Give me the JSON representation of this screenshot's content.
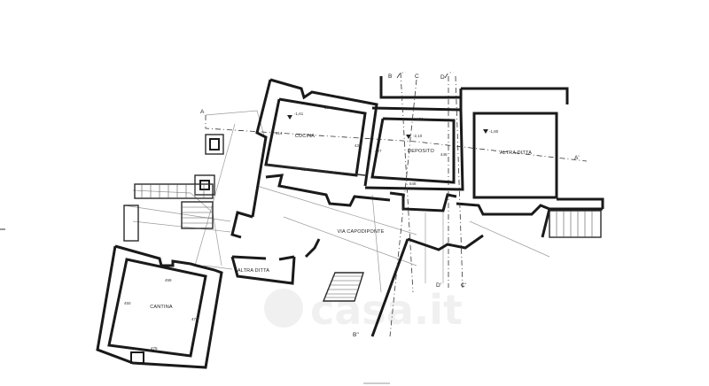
{
  "rooms": {
    "cucina": "CUCINA",
    "deposito": "DEPOSITO",
    "altra_ditta_top": "ALTRA DITTA",
    "via_capodiponte": "VIA CAPODIPONTE",
    "altra_ditta_bottom": "ALTRA DITTA",
    "cantina": "CANTINA"
  },
  "dimensions": {
    "cucina_width": "304",
    "cucina_left": "414",
    "cucina_right": "438",
    "cucina_bottom": "497",
    "cucina_level": "-1,61",
    "deposito_width": "406",
    "deposito_left": "427",
    "deposito_right": "446",
    "deposito_bottom": "548",
    "deposito_level": "-2,10",
    "altra_level": "-1,80",
    "cantina_top": "459",
    "cantina_left": "450",
    "cantina_right": "476",
    "cantina_bottom": "475"
  },
  "sections": {
    "a_top": "A",
    "a_right": "A'",
    "b_top": "B",
    "b_bottom": "B''",
    "c_top": "C",
    "c_bottom": "C'",
    "d_top": "D",
    "d_bottom": "D'"
  },
  "watermark": "casa.it"
}
